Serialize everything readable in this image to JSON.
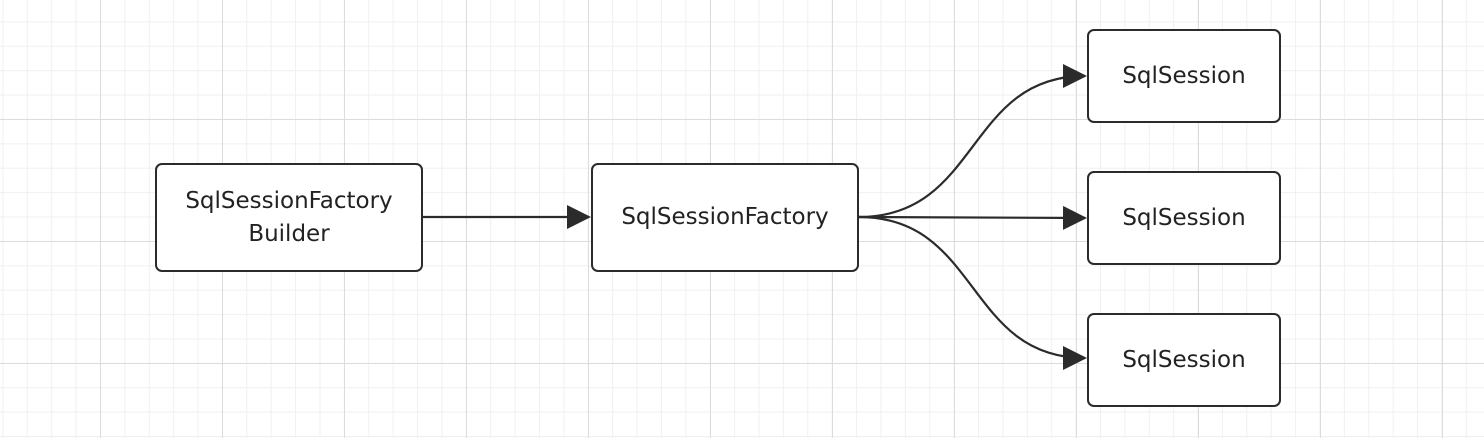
{
  "colors": {
    "stroke": "#2b2b2b",
    "text": "#222222",
    "grid_major": "#dcdcdc",
    "grid_minor": "#f0f0f0",
    "background": "#ffffff"
  },
  "nodes": {
    "builder": {
      "label": "SqlSessionFactory\nBuilder"
    },
    "factory": {
      "label": "SqlSessionFactory"
    },
    "session_1": {
      "label": "SqlSession"
    },
    "session_2": {
      "label": "SqlSession"
    },
    "session_3": {
      "label": "SqlSession"
    }
  },
  "edges": [
    {
      "from": "builder",
      "to": "factory"
    },
    {
      "from": "factory",
      "to": "session_1"
    },
    {
      "from": "factory",
      "to": "session_2"
    },
    {
      "from": "factory",
      "to": "session_3"
    }
  ]
}
